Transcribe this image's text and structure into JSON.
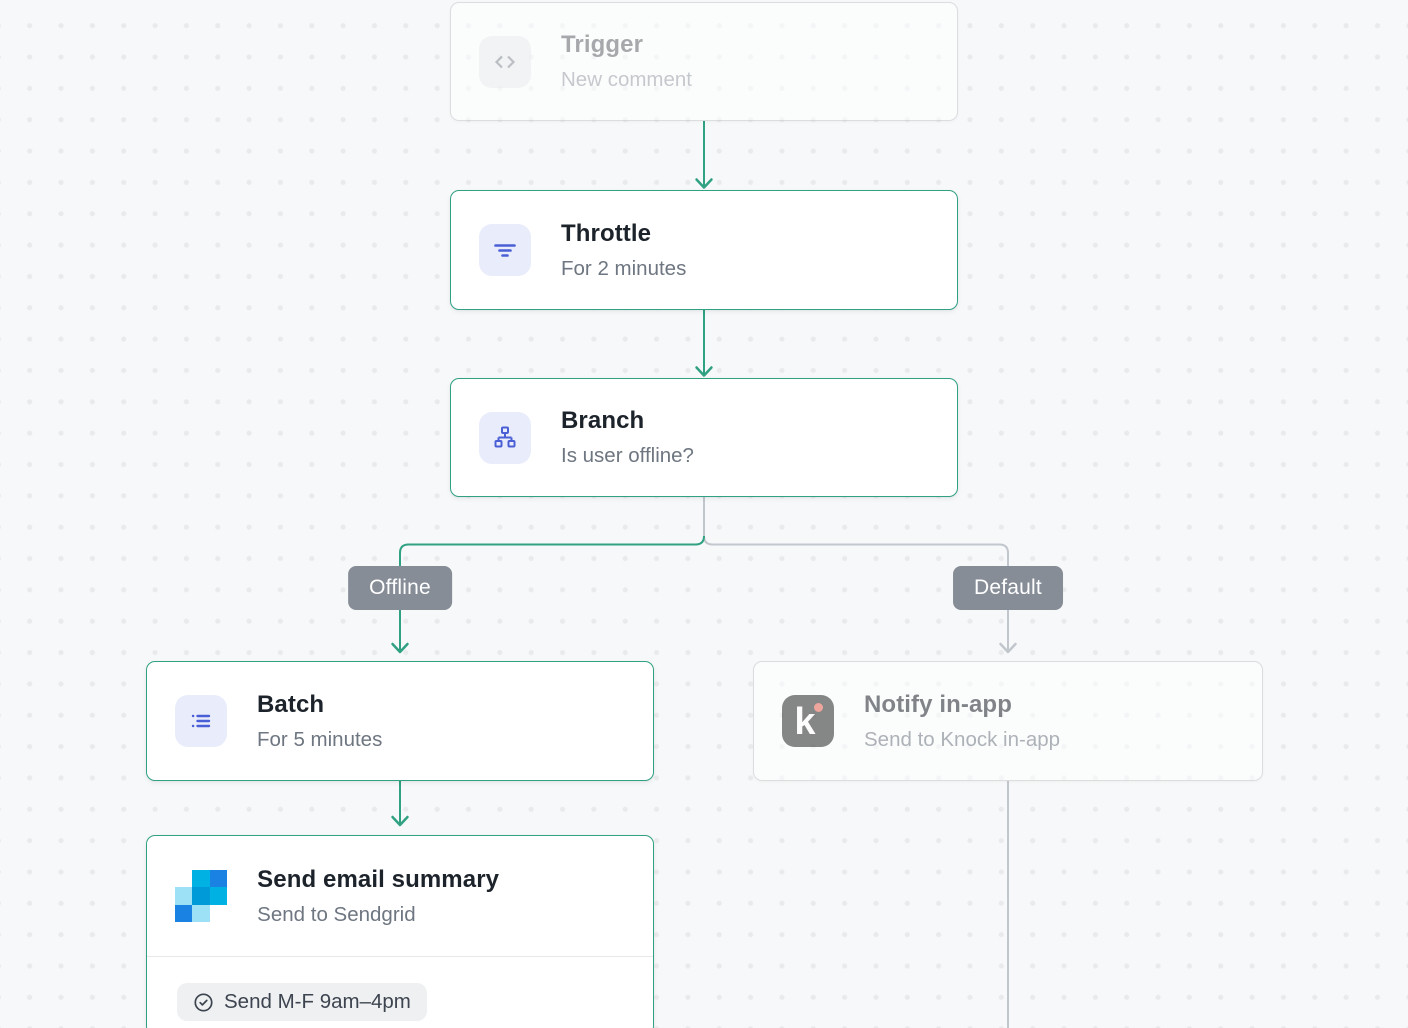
{
  "colors": {
    "canvas_bg": "#f7f8f9",
    "dot": "#e8eaec",
    "active_border": "#31a183",
    "green": "#31a183",
    "gray_line": "#c2c6cd",
    "icon_bg_indigo": "#e9edfb",
    "icon_indigo": "#4a5ed6",
    "branch_badge_bg": "#868d97",
    "branch_badge_text": "#ffffff",
    "title": "#1d232b",
    "subtitle": "#6e7681",
    "knock_bg": "#262626",
    "knock_dot": "#e4604f",
    "sg_light": "#9de1f7",
    "sg_cyan": "#00b2e3",
    "sg_mid": "#009ad9",
    "sg_blue": "#1a82e2",
    "chip_bg": "#eef0f2",
    "chip_text": "#3d444f",
    "divider": "#e6e8ea",
    "trigger_glyph": "#565e68"
  },
  "nodes": {
    "trigger": {
      "title": "Trigger",
      "subtitle": "New comment",
      "icon": "code-icon",
      "state": "inactive"
    },
    "throttle": {
      "title": "Throttle",
      "subtitle": "For 2 minutes",
      "icon": "throttle-filter-icon",
      "state": "active"
    },
    "branch": {
      "title": "Branch",
      "subtitle": "Is user offline?",
      "icon": "branch-hierarchy-icon",
      "state": "active"
    },
    "batch": {
      "title": "Batch",
      "subtitle": "For 5 minutes",
      "icon": "batch-list-icon",
      "state": "active"
    },
    "send_email": {
      "title": "Send email summary",
      "subtitle": "Send to Sendgrid",
      "icon": "sendgrid-logo",
      "state": "active",
      "condition_badge": {
        "icon": "check-circle-icon",
        "label": "Send M-F 9am–4pm"
      }
    },
    "notify_inapp": {
      "title": "Notify in-app",
      "subtitle": "Send to Knock in-app",
      "icon": "knock-logo",
      "state": "inactive",
      "knock_letter": "k"
    }
  },
  "edges": {
    "offline_label": "Offline",
    "default_label": "Default"
  }
}
